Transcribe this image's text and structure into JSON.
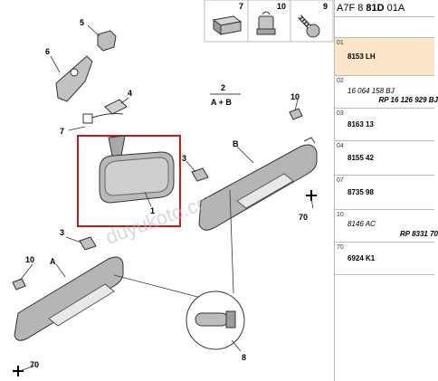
{
  "header": {
    "prefix": "A7F 8",
    "bold": "81D",
    "suffix": "01A"
  },
  "top_icons": {
    "labels": [
      "7",
      "10",
      "9"
    ]
  },
  "callouts": [
    "5",
    "6",
    "4",
    "7",
    "1",
    "3",
    "B",
    "10",
    "70",
    "2",
    "A + B",
    "3",
    "10",
    "A",
    "70",
    "8"
  ],
  "watermark": "duyukoto.com",
  "parts": [
    {
      "index": "01",
      "code": "8153 LH",
      "selected": true
    },
    {
      "index": "02",
      "line1": "16 064 158 BJ",
      "line2": "RP 16 126 929 BJ"
    },
    {
      "index": "03",
      "code": "8163 13"
    },
    {
      "index": "04",
      "code": "8155 42"
    },
    {
      "index": "07",
      "code": "8735 98"
    },
    {
      "index": "10",
      "line1": "8146 AC",
      "line2": "RP 8331 70"
    },
    {
      "index": "70",
      "code": "6924 K1"
    }
  ],
  "colors": {
    "selected_row": "#fde6c7",
    "highlight_box": "#d01818",
    "part_fill": "#b5b5b5"
  }
}
